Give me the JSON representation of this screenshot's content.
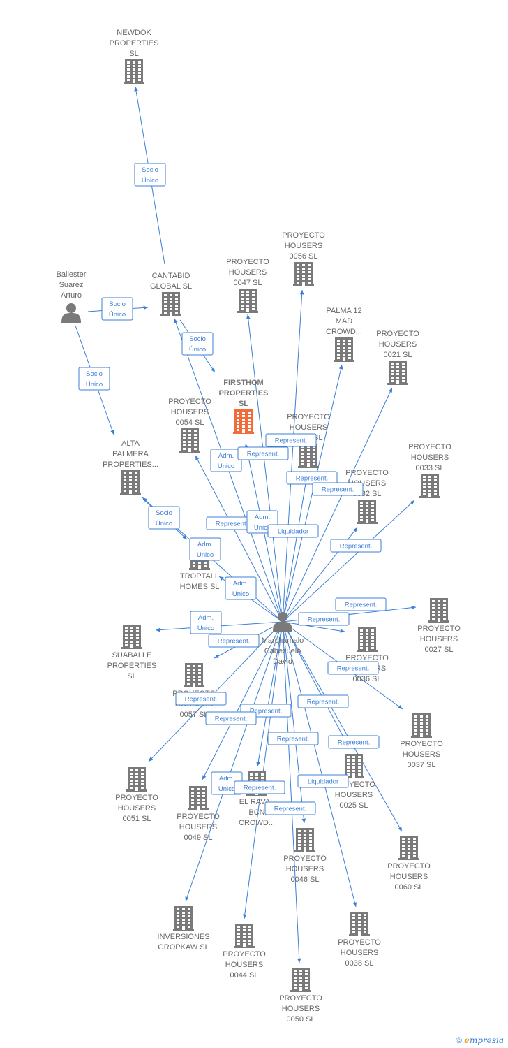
{
  "colors": {
    "edge": "#3b7fd6",
    "company": "#7a7a7a",
    "focus_company": "#f26b3a",
    "person": "#7a7a7a"
  },
  "nodes": [
    {
      "id": "newdok",
      "type": "company",
      "lines": [
        "NEWDOK",
        "PROPERTIES",
        "SL"
      ]
    },
    {
      "id": "cantabid",
      "type": "company",
      "lines": [
        "CANTABID",
        "GLOBAL  SL"
      ]
    },
    {
      "id": "ballester",
      "type": "person",
      "lines": [
        "Ballester",
        "Suarez",
        "Arturo"
      ]
    },
    {
      "id": "firsthom",
      "type": "company",
      "focus": true,
      "lines": [
        "FIRSTHOM",
        "PROPERTIES",
        "SL"
      ]
    },
    {
      "id": "ph0047",
      "type": "company",
      "lines": [
        "PROYECTO",
        "HOUSERS",
        "0047  SL"
      ]
    },
    {
      "id": "ph0056",
      "type": "company",
      "lines": [
        "PROYECTO",
        "HOUSERS",
        "0056  SL"
      ]
    },
    {
      "id": "palma12",
      "type": "company",
      "lines": [
        "PALMA 12",
        "MAD",
        "CROWD..."
      ]
    },
    {
      "id": "ph0021",
      "type": "company",
      "lines": [
        "PROYECTO",
        "HOUSERS",
        "0021  SL"
      ]
    },
    {
      "id": "ph0054",
      "type": "company",
      "lines": [
        "PROYECTO",
        "HOUSERS",
        "0054  SL"
      ]
    },
    {
      "id": "ph0040",
      "type": "company",
      "lines": [
        "PROYECTO",
        "HOUSERS",
        "0040  SL"
      ]
    },
    {
      "id": "altapalmera",
      "type": "company",
      "lines": [
        "ALTA",
        "PALMERA",
        "PROPERTIES..."
      ]
    },
    {
      "id": "ph0033",
      "type": "company",
      "lines": [
        "PROYECTO",
        "HOUSERS",
        "0033  SL"
      ]
    },
    {
      "id": "ph0032",
      "type": "company",
      "lines": [
        "PROYECTO",
        "HOUSERS",
        "0032  SL"
      ]
    },
    {
      "id": "troptall",
      "type": "company",
      "lines": [
        "TROPTALL",
        "HOMES  SL"
      ]
    },
    {
      "id": "marchamalo",
      "type": "person",
      "lines": [
        "Marchamalo",
        "Cabezuelo",
        "David"
      ]
    },
    {
      "id": "suaballe",
      "type": "company",
      "lines": [
        "SUABALLE",
        "PROPERTIES",
        "SL"
      ]
    },
    {
      "id": "ph0027",
      "type": "company",
      "lines": [
        "PROYECTO",
        "HOUSERS",
        "0027  SL"
      ]
    },
    {
      "id": "ph0036",
      "type": "company",
      "lines": [
        "PROYECTO",
        "HOUSERS",
        "0036  SL"
      ]
    },
    {
      "id": "ph0057",
      "type": "company",
      "lines": [
        "PROYECTO",
        "HOUSERS",
        "0057  SL"
      ]
    },
    {
      "id": "ph0037",
      "type": "company",
      "lines": [
        "PROYECTO",
        "HOUSERS",
        "0037  SL"
      ]
    },
    {
      "id": "ph0051",
      "type": "company",
      "lines": [
        "PROYECTO",
        "HOUSERS",
        "0051  SL"
      ]
    },
    {
      "id": "ph0049",
      "type": "company",
      "lines": [
        "PROYECTO",
        "HOUSERS",
        "0049  SL"
      ]
    },
    {
      "id": "elraval",
      "type": "company",
      "lines": [
        "EL RAVAL",
        "BCN",
        "CROWD..."
      ]
    },
    {
      "id": "ph0025",
      "type": "company",
      "lines": [
        "PROYECTO",
        "HOUSERS",
        "0025  SL"
      ]
    },
    {
      "id": "ph0046",
      "type": "company",
      "lines": [
        "PROYECTO",
        "HOUSERS",
        "0046  SL"
      ]
    },
    {
      "id": "ph0060",
      "type": "company",
      "lines": [
        "PROYECTO",
        "HOUSERS",
        "0060  SL"
      ]
    },
    {
      "id": "gropkaw",
      "type": "company",
      "lines": [
        "INVERSIONES",
        "GROPKAW  SL"
      ]
    },
    {
      "id": "ph0044",
      "type": "company",
      "lines": [
        "PROYECTO",
        "HOUSERS",
        "0044  SL"
      ]
    },
    {
      "id": "ph0038",
      "type": "company",
      "lines": [
        "PROYECTO",
        "HOUSERS",
        "0038  SL"
      ]
    },
    {
      "id": "ph0050",
      "type": "company",
      "lines": [
        "PROYECTO",
        "HOUSERS",
        "0050  SL"
      ]
    }
  ],
  "edges": [
    {
      "from": "cantabid",
      "to": "newdok",
      "label": [
        "Socio",
        "Único"
      ]
    },
    {
      "from": "ballester",
      "to": "cantabid",
      "label": [
        "Socio",
        "Único"
      ]
    },
    {
      "from": "ballester",
      "to": "altapalmera",
      "label": [
        "Socio",
        "Único"
      ]
    },
    {
      "from": "cantabid",
      "to": "firsthom",
      "label": [
        "Socio",
        "Único"
      ]
    },
    {
      "from": "altapalmera",
      "to": "troptall",
      "label": [
        "Socio",
        "Único"
      ]
    },
    {
      "from": "marchamalo",
      "to": "firsthom",
      "label": [
        "Adm.",
        "Unico"
      ]
    },
    {
      "from": "marchamalo",
      "to": "cantabid",
      "label": []
    },
    {
      "from": "marchamalo",
      "to": "ph0047",
      "label": [
        "Represent."
      ]
    },
    {
      "from": "marchamalo",
      "to": "ph0056",
      "label": [
        "Represent."
      ]
    },
    {
      "from": "marchamalo",
      "to": "palma12",
      "label": [
        "Represent."
      ]
    },
    {
      "from": "marchamalo",
      "to": "ph0021",
      "label": [
        "Represent."
      ]
    },
    {
      "from": "marchamalo",
      "to": "ph0054",
      "label": [
        "Represent."
      ]
    },
    {
      "from": "marchamalo",
      "to": "ph0040",
      "label": [
        "Adm.",
        "Unico"
      ]
    },
    {
      "from": "marchamalo",
      "to": "ph0032",
      "label": [
        "Liquidador"
      ]
    },
    {
      "from": "marchamalo",
      "to": "ph0033",
      "label": [
        "Represent."
      ]
    },
    {
      "from": "marchamalo",
      "to": "troptall",
      "label": [
        "Adm.",
        "Unico"
      ]
    },
    {
      "from": "marchamalo",
      "to": "altapalmera",
      "label": [
        "Adm.",
        "Unico"
      ]
    },
    {
      "from": "marchamalo",
      "to": "ph0027",
      "label": [
        "Represent."
      ]
    },
    {
      "from": "marchamalo",
      "to": "ph0036",
      "label": [
        "Represent."
      ]
    },
    {
      "from": "marchamalo",
      "to": "suaballe",
      "label": [
        "Adm.",
        "Unico"
      ]
    },
    {
      "from": "marchamalo",
      "to": "ph0057",
      "label": [
        "Represent."
      ]
    },
    {
      "from": "marchamalo",
      "to": "ph0037",
      "label": [
        "Represent."
      ]
    },
    {
      "from": "marchamalo",
      "to": "ph0051",
      "label": [
        "Represent."
      ]
    },
    {
      "from": "marchamalo",
      "to": "ph0049",
      "label": [
        "Represent."
      ]
    },
    {
      "from": "marchamalo",
      "to": "elraval",
      "label": [
        "Represent."
      ]
    },
    {
      "from": "marchamalo",
      "to": "ph0025",
      "label": [
        "Represent."
      ]
    },
    {
      "from": "marchamalo",
      "to": "ph0046",
      "label": [
        "Represent."
      ]
    },
    {
      "from": "marchamalo",
      "to": "ph0060",
      "label": [
        "Represent."
      ]
    },
    {
      "from": "marchamalo",
      "to": "gropkaw",
      "label": [
        "Adm.",
        "Unico"
      ]
    },
    {
      "from": "marchamalo",
      "to": "ph0044",
      "label": [
        "Represent."
      ]
    },
    {
      "from": "marchamalo",
      "to": "ph0038",
      "label": [
        "Liquidador"
      ]
    },
    {
      "from": "marchamalo",
      "to": "ph0050",
      "label": [
        "Represent."
      ]
    }
  ],
  "footer": {
    "copyright": "©",
    "brand_e": "e",
    "brand_rest": "mpresia"
  }
}
